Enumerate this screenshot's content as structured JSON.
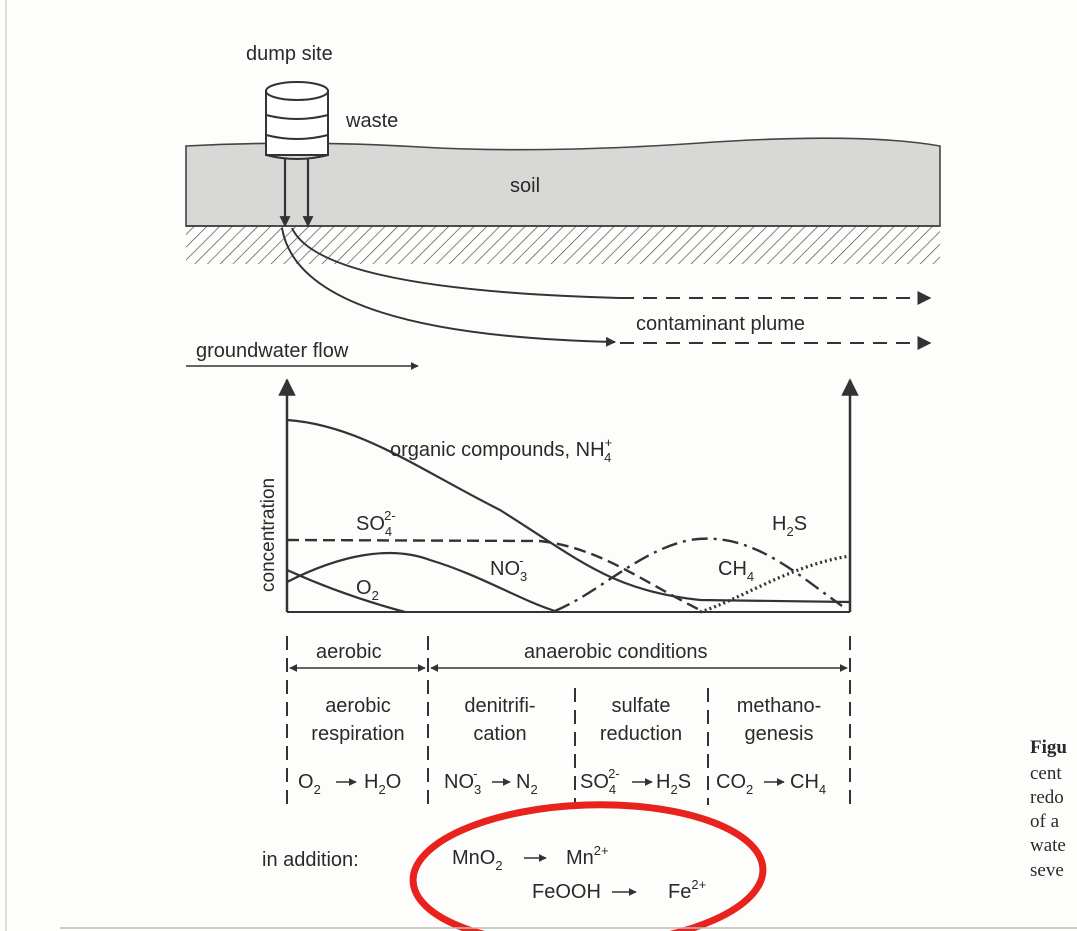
{
  "figure": {
    "dump_site": "dump site",
    "waste": "waste",
    "soil": "soil",
    "contaminant_plume": "contaminant plume",
    "groundwater_flow": "groundwater flow",
    "y_axis": "concentration",
    "curves": {
      "organic": "organic compounds, NH",
      "organic_sup": "+",
      "organic_sub": "4",
      "sulfate": "SO",
      "sulfate_sub": "4",
      "sulfate_sup": "2-",
      "nitrate": "NO",
      "nitrate_sub": "3",
      "nitrate_sup": "-",
      "oxygen": "O",
      "oxygen_sub": "2",
      "h2s_a": "H",
      "h2s_sub": "2",
      "h2s_b": "S",
      "methane": "CH",
      "methane_sub": "4"
    },
    "zones": {
      "aerobic": "aerobic",
      "anaerobic": "anaerobic conditions"
    },
    "processes": [
      {
        "l1": "aerobic",
        "l2": "respiration"
      },
      {
        "l1": "denitrifi-",
        "l2": "cation"
      },
      {
        "l1": "sulfate",
        "l2": "reduction"
      },
      {
        "l1": "methano-",
        "l2": "genesis"
      }
    ],
    "reactions": {
      "r1": {
        "a": "O",
        "a_sub": "2",
        "b": "H",
        "b_sub": "2",
        "b2": "O"
      },
      "r2": {
        "a": "NO",
        "a_sub": "3",
        "a_sup": "-",
        "b": "N",
        "b_sub": "2"
      },
      "r3": {
        "a": "SO",
        "a_sub": "4",
        "a_sup": "2-",
        "b": "H",
        "b_sub": "2",
        "b2": "S"
      },
      "r4": {
        "a": "CO",
        "a_sub": "2",
        "b": "CH",
        "b_sub": "4"
      }
    },
    "in_addition": "in addition:",
    "extra": {
      "mn_a": "MnO",
      "mn_a_sub": "2",
      "mn_b": "Mn",
      "mn_b_sup": "2+",
      "fe_a": "FeOOH",
      "fe_b": "Fe",
      "fe_b_sup": "2+"
    }
  },
  "caption_fragments": [
    "Figu",
    "cent",
    "redo",
    "of a",
    "wate",
    "seve"
  ],
  "colors": {
    "highlight": "#e8231d",
    "ink": "#2a2a2a",
    "soil": "#d6d6d4"
  }
}
